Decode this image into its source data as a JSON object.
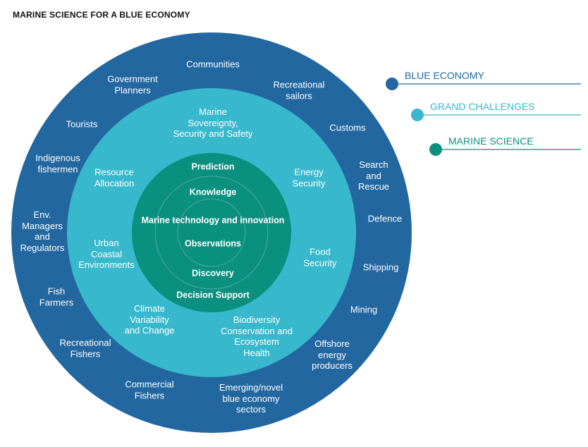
{
  "title": "MARINE SCIENCE FOR A BLUE ECONOMY",
  "colors": {
    "blue_economy": "#2367a0",
    "grand_challenges": "#38b8cc",
    "marine_science": "#0b907f"
  },
  "legend": [
    {
      "label": "BLUE ECONOMY",
      "color": "#2367a0"
    },
    {
      "label": "GRAND CHALLENGES",
      "color": "#38b8cc"
    },
    {
      "label": "MARINE SCIENCE",
      "color": "#0b907f"
    }
  ],
  "blue_economy": {
    "communities": "Communities",
    "government_planners": "Government\nPlanners",
    "recreational_sailors": "Recreational\nsailors",
    "tourists": "Tourists",
    "customs": "Customs",
    "indigenous_fishermen": "Indigenous\nfishermen",
    "search_and_rescue": "Search\nand\nRescue",
    "env_managers": "Env.\nManagers\nand\nRegulators",
    "defence": "Defence",
    "shipping": "Shipping",
    "fish_farmers": "Fish\nFarmers",
    "mining": "Mining",
    "recreational_fishers": "Recreational\nFishers",
    "offshore_energy": "Offshore\nenergy\nproducers",
    "commercial_fishers": "Commercial\nFishers",
    "emerging_sectors": "Emerging/novel\nblue economy\nsectors"
  },
  "grand_challenges": {
    "marine_sovereignty": "Marine\nSovereignty,\nSecurity and Safety",
    "resource_allocation": "Resource\nAllocation",
    "energy_security": "Energy\nSecurity",
    "urban_coastal": "Urban\nCoastal\nEnvironments",
    "food_security": "Food\nSecurity",
    "climate_variability": "Climate\nVariability\nand Change",
    "biodiversity": "Biodiversity\nConservation and\nEcosystem\nHealth"
  },
  "marine_science": {
    "prediction": "Prediction",
    "knowledge": "Knowledge",
    "marine_tech": "Marine technology and innovation",
    "observations": "Observations",
    "discovery": "Discovery",
    "decision_support": "Decision Support"
  }
}
